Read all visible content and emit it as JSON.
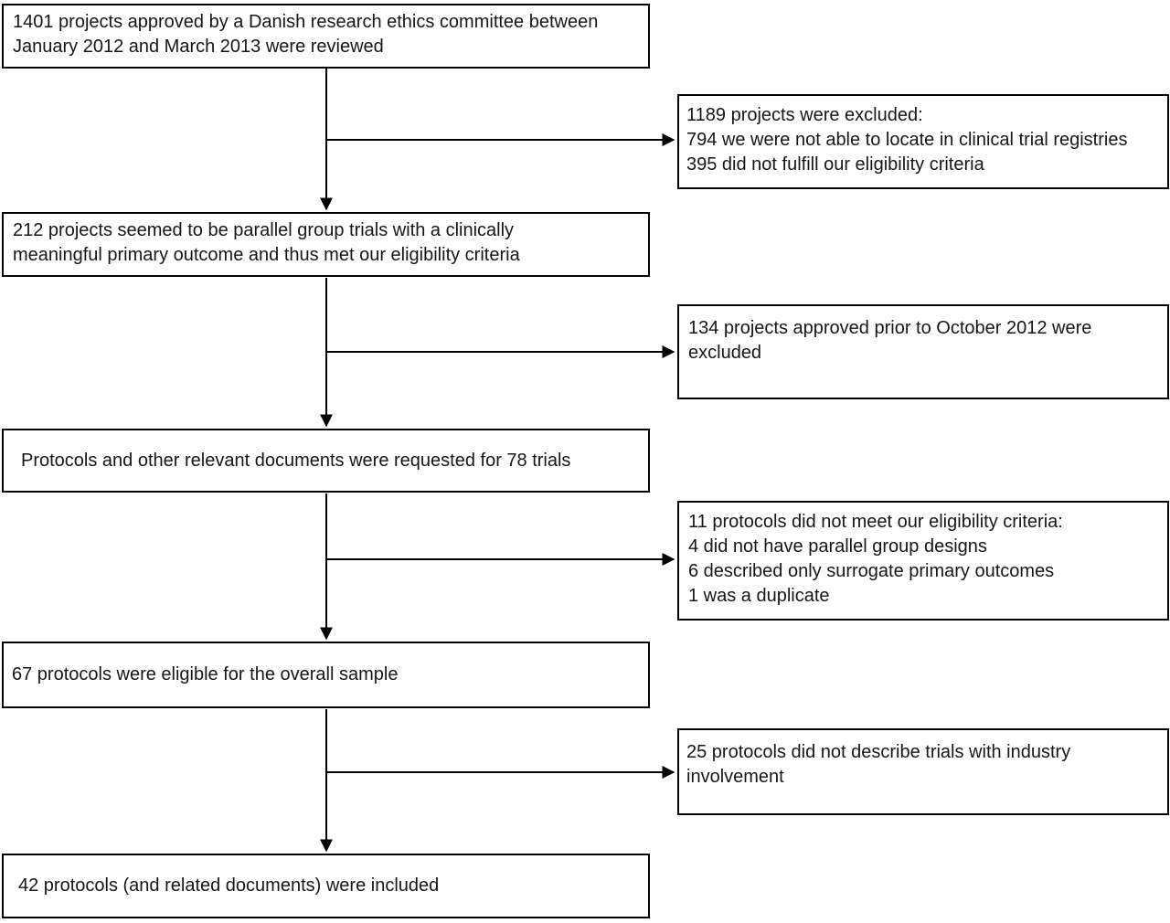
{
  "diagram": {
    "main_flow": [
      {
        "label": "1401 projects approved by a Danish research ethics committee between\nJanuary 2012 and March 2013 were reviewed"
      },
      {
        "label": "212 projects seemed to be parallel group trials with a clinically\nmeaningful primary outcome and thus met our eligibility criteria"
      },
      {
        "label": "Protocols and other relevant documents were requested for 78 trials"
      },
      {
        "label": "67 protocols were eligible for the overall sample"
      },
      {
        "label": "42 protocols (and related documents) were included"
      }
    ],
    "exclusion_flow": [
      {
        "label": "1189 projects were excluded:\n794 we were not able to locate in clinical trial registries\n395 did not fulfill our eligibility criteria"
      },
      {
        "label": "134 projects approved prior to October 2012 were\nexcluded"
      },
      {
        "label": "11 protocols did not meet our eligibility criteria:\n4 did not have parallel group designs\n6 described only surrogate primary outcomes\n1 was a duplicate"
      },
      {
        "label": "25 protocols did not describe trials with industry\ninvolvement"
      }
    ],
    "colors": {
      "line": "#000000",
      "background": "#ffffff",
      "text": "#161616"
    }
  }
}
